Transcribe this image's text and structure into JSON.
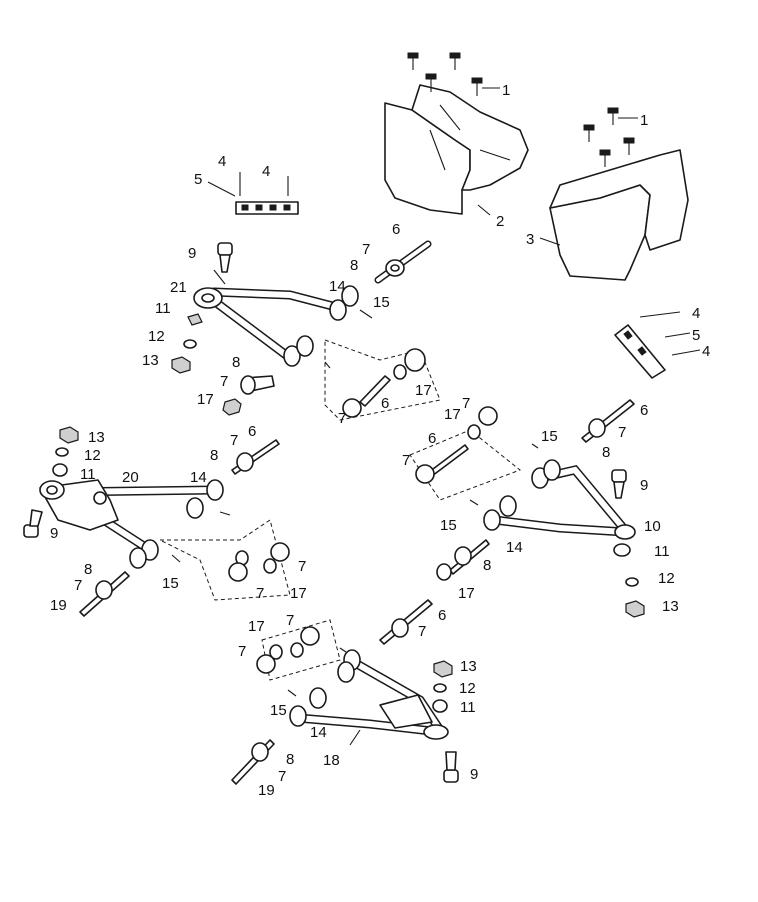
{
  "callouts": [
    {
      "t": "1"
    },
    {
      "t": "1"
    },
    {
      "t": "2"
    },
    {
      "t": "3"
    },
    {
      "t": "4"
    },
    {
      "t": "4"
    },
    {
      "t": "5"
    },
    {
      "t": "4"
    },
    {
      "t": "5"
    },
    {
      "t": "4"
    },
    {
      "t": "9"
    },
    {
      "t": "21"
    },
    {
      "t": "6"
    },
    {
      "t": "7"
    },
    {
      "t": "8"
    },
    {
      "t": "14"
    },
    {
      "t": "15"
    },
    {
      "t": "11"
    },
    {
      "t": "12"
    },
    {
      "t": "13"
    },
    {
      "t": "8"
    },
    {
      "t": "7"
    },
    {
      "t": "17"
    },
    {
      "t": "6"
    },
    {
      "t": "7"
    },
    {
      "t": "17"
    },
    {
      "t": "13"
    },
    {
      "t": "12"
    },
    {
      "t": "11"
    },
    {
      "t": "20"
    },
    {
      "t": "9"
    },
    {
      "t": "8"
    },
    {
      "t": "7"
    },
    {
      "t": "19"
    },
    {
      "t": "6"
    },
    {
      "t": "7"
    },
    {
      "t": "8"
    },
    {
      "t": "14"
    },
    {
      "t": "15"
    },
    {
      "t": "7"
    },
    {
      "t": "17"
    },
    {
      "t": "7"
    },
    {
      "t": "17"
    },
    {
      "t": "7"
    },
    {
      "t": "6"
    },
    {
      "t": "7"
    },
    {
      "t": "15"
    },
    {
      "t": "6"
    },
    {
      "t": "7"
    },
    {
      "t": "8"
    },
    {
      "t": "9"
    },
    {
      "t": "10"
    },
    {
      "t": "11"
    },
    {
      "t": "12"
    },
    {
      "t": "13"
    },
    {
      "t": "15"
    },
    {
      "t": "14"
    },
    {
      "t": "8"
    },
    {
      "t": "17"
    },
    {
      "t": "6"
    },
    {
      "t": "7"
    },
    {
      "t": "17"
    },
    {
      "t": "7"
    },
    {
      "t": "7"
    },
    {
      "t": "13"
    },
    {
      "t": "12"
    },
    {
      "t": "11"
    },
    {
      "t": "15"
    },
    {
      "t": "14"
    },
    {
      "t": "18"
    },
    {
      "t": "8"
    },
    {
      "t": "7"
    },
    {
      "t": "19"
    },
    {
      "t": "9"
    }
  ]
}
